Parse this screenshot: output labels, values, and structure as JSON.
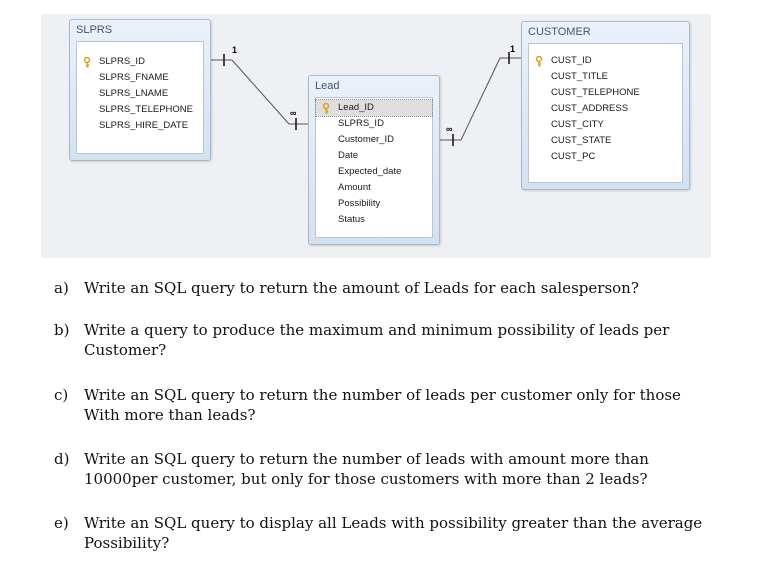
{
  "diagram": {
    "tables": {
      "slprs": {
        "title": "SLPRS",
        "fields": [
          {
            "name": "SLPRS_ID",
            "key": true
          },
          {
            "name": "SLPRS_FNAME",
            "key": false
          },
          {
            "name": "SLPRS_LNAME",
            "key": false
          },
          {
            "name": "SLPRS_TELEPHONE",
            "key": false
          },
          {
            "name": "SLPRS_HIRE_DATE",
            "key": false
          }
        ]
      },
      "lead": {
        "title": "Lead",
        "fields": [
          {
            "name": "Lead_ID",
            "key": true
          },
          {
            "name": "SLPRS_ID",
            "key": false
          },
          {
            "name": "Customer_ID",
            "key": false
          },
          {
            "name": "Date",
            "key": false
          },
          {
            "name": "Expected_date",
            "key": false
          },
          {
            "name": "Amount",
            "key": false
          },
          {
            "name": "Possibility",
            "key": false
          },
          {
            "name": "Status",
            "key": false
          }
        ]
      },
      "customer": {
        "title": "CUSTOMER",
        "fields": [
          {
            "name": "CUST_ID",
            "key": true
          },
          {
            "name": "CUST_TITLE",
            "key": false
          },
          {
            "name": "CUST_TELEPHONE",
            "key": false
          },
          {
            "name": "CUST_ADDRESS",
            "key": false
          },
          {
            "name": "CUST_CITY",
            "key": false
          },
          {
            "name": "CUST_STATE",
            "key": false
          },
          {
            "name": "CUST_PC",
            "key": false
          }
        ]
      }
    },
    "relationships": [
      {
        "one_label": "1",
        "many_label": "∞"
      },
      {
        "one_label": "1",
        "many_label": "∞"
      }
    ],
    "colors": {
      "panel": "#eef0f3",
      "table_border": "#a9b9cc",
      "key_icon": "#d4a017"
    }
  },
  "questions": [
    {
      "letter": "a)",
      "text": "Write an SQL query to return the amount of Leads for each salesperson?"
    },
    {
      "letter": "b)",
      "text": "Write a query to produce the maximum and minimum possibility of leads per Customer?"
    },
    {
      "letter": "c)",
      "text": "Write an SQL query to return the number of leads per customer only for those With more than leads?"
    },
    {
      "letter": "d)",
      "text": "Write an SQL query to return the number of leads with amount more than 10000per customer, but only for those customers with more than 2 leads?"
    },
    {
      "letter": "e)",
      "text": "Write an SQL query to display all Leads with possibility greater than the average Possibility?"
    }
  ]
}
